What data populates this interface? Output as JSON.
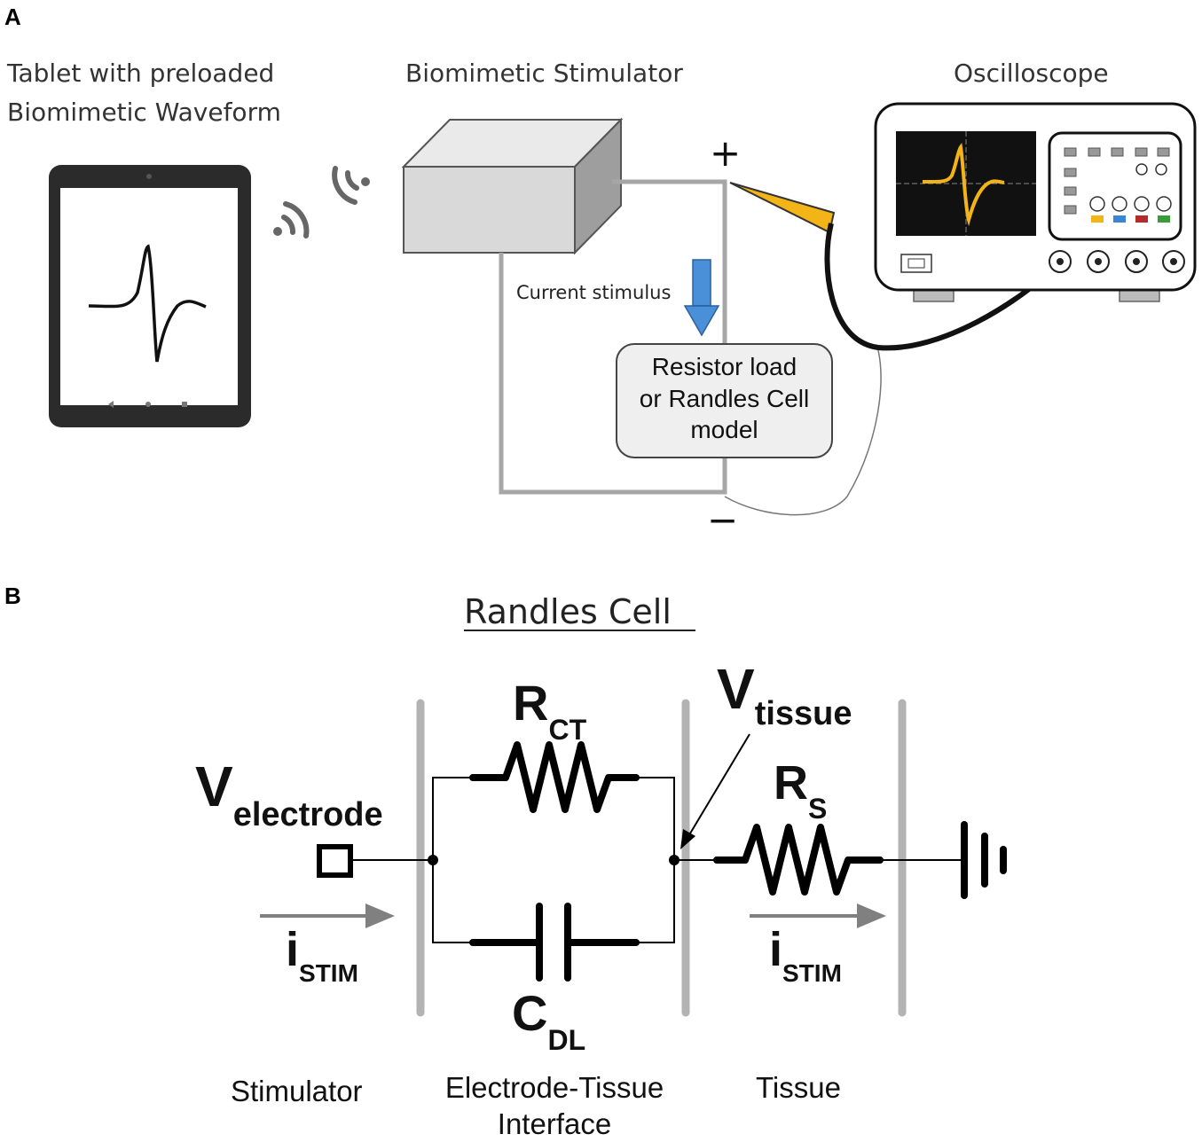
{
  "panelA": {
    "letter": "A",
    "tablet_label_line1": "Tablet with preloaded",
    "tablet_label_line2": "Biomimetic Waveform",
    "stimulator_label": "Biomimetic Stimulator",
    "oscilloscope_label": "Oscilloscope",
    "plus": "+",
    "minus": "−",
    "current_label": "Current stimulus",
    "load_line1": "Resistor load",
    "load_line2": "or Randles Cell",
    "load_line3": "model",
    "colors": {
      "trace": "#f2b417",
      "arrow": "#4a90d9",
      "wire": "#a6a6a6",
      "box_top": "#eaeaea",
      "box_front": "#d9d9d9",
      "box_side": "#9e9e9e",
      "channel_yellow": "#f2b417",
      "channel_blue": "#3a86d4",
      "channel_red": "#b42b2b",
      "channel_green": "#3b9b3b"
    }
  },
  "panelB": {
    "letter": "B",
    "title": "Randles Cell",
    "v_electrode_main": "V",
    "v_electrode_sub": "electrode",
    "rct_main": "R",
    "rct_sub": "CT",
    "vtissue_main": "V",
    "vtissue_sub": "tissue",
    "rs_main": "R",
    "rs_sub": "S",
    "cdl_main": "C",
    "cdl_sub": "DL",
    "istim_left_main": "i",
    "istim_left_sub": "STIM",
    "istim_right_main": "i",
    "istim_right_sub": "STIM",
    "region_stimulator": "Stimulator",
    "region_interface_line1": "Electrode-Tissue",
    "region_interface_line2": "Interface",
    "region_tissue": "Tissue",
    "colors": {
      "divider": "#b3b3b3",
      "arrow": "#808080",
      "component": "#000000"
    }
  }
}
